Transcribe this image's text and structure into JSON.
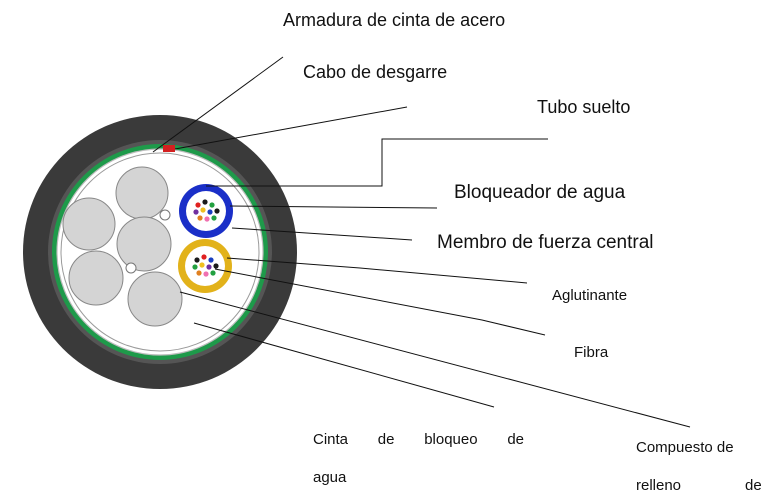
{
  "labels": {
    "armor": "Armadura de cinta de acero",
    "ripcord": "Cabo de desgarre",
    "loose_tube": "Tubo suelto",
    "water_blocker": "Bloqueador de agua",
    "central_member": "Membro de fuerza central",
    "binder": "Aglutinante",
    "fiber": "Fibra",
    "tape_words": [
      "Cinta",
      "de",
      "bloqueo",
      "de"
    ],
    "tape_line2": "agua",
    "compound_line1": "Compuesto de",
    "compound_line2a": "relleno",
    "compound_line2b": "de"
  },
  "colors": {
    "jacket": "#3a3a3a",
    "green_tape": "#1e9a4a",
    "ripcord": "#d42020",
    "filler": "#d4d4d4",
    "tube_blue": "#1a2fc8",
    "tube_yellow": "#e2b21a"
  }
}
